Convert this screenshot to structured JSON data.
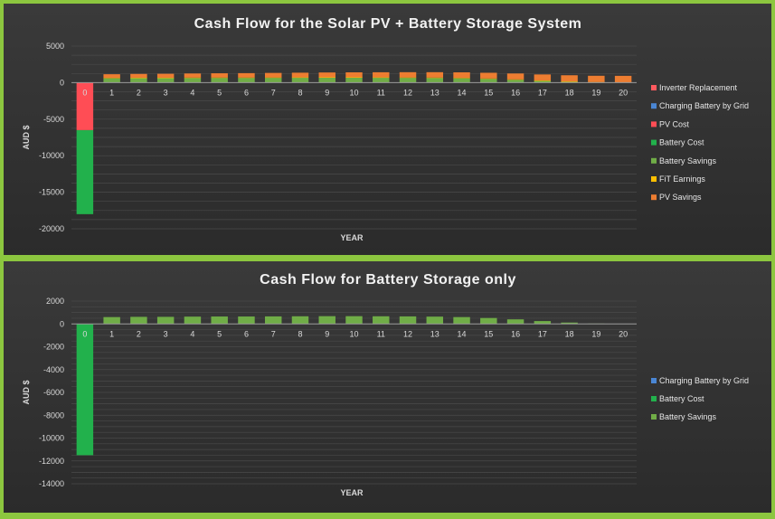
{
  "colors": {
    "inverter_replacement": "#ff5a5f",
    "charging_battery_by_grid": "#4a86d4",
    "pv_cost": "#ff4d55",
    "battery_cost": "#22b14c",
    "battery_savings": "#70ad47",
    "fit_earnings": "#ffc000",
    "pv_savings": "#ed7d31"
  },
  "chart_data": [
    {
      "type": "bar",
      "stacked": true,
      "title": "Cash Flow for the Solar PV + Battery Storage System",
      "xlabel": "YEAR",
      "ylabel": "AUD $",
      "ylim": [
        -20000,
        5000
      ],
      "yticks": [
        5000,
        0,
        -5000,
        -10000,
        -15000,
        -20000
      ],
      "grid": true,
      "legend_position": "right",
      "categories": [
        "0",
        "1",
        "2",
        "3",
        "4",
        "5",
        "6",
        "7",
        "8",
        "9",
        "10",
        "11",
        "12",
        "13",
        "14",
        "15",
        "16",
        "17",
        "18",
        "19",
        "20"
      ],
      "series": [
        {
          "name": "Inverter Replacement",
          "color_key": "inverter_replacement",
          "values": [
            0,
            0,
            0,
            0,
            0,
            0,
            0,
            0,
            0,
            0,
            0,
            0,
            0,
            0,
            0,
            0,
            0,
            0,
            0,
            0,
            0
          ]
        },
        {
          "name": "Charging Battery by Grid",
          "color_key": "charging_battery_by_grid",
          "values": [
            0,
            0,
            0,
            0,
            0,
            0,
            0,
            0,
            0,
            0,
            0,
            0,
            0,
            0,
            0,
            0,
            0,
            0,
            0,
            0,
            0
          ]
        },
        {
          "name": "PV Cost",
          "color_key": "pv_cost",
          "values": [
            -6500,
            0,
            0,
            0,
            0,
            0,
            0,
            0,
            0,
            0,
            0,
            0,
            0,
            0,
            0,
            0,
            0,
            0,
            0,
            0,
            0
          ]
        },
        {
          "name": "Battery Cost",
          "color_key": "battery_cost",
          "values": [
            -11500,
            0,
            0,
            0,
            0,
            0,
            0,
            0,
            0,
            0,
            0,
            0,
            0,
            0,
            0,
            0,
            0,
            0,
            0,
            0,
            0
          ]
        },
        {
          "name": "Battery Savings",
          "color_key": "battery_savings",
          "values": [
            0,
            600,
            620,
            620,
            640,
            650,
            650,
            660,
            670,
            680,
            680,
            670,
            660,
            640,
            600,
            520,
            400,
            250,
            120,
            30,
            0
          ]
        },
        {
          "name": "FiT Earnings",
          "color_key": "fit_earnings",
          "values": [
            0,
            50,
            50,
            50,
            50,
            50,
            50,
            50,
            50,
            50,
            50,
            50,
            50,
            50,
            50,
            50,
            50,
            50,
            50,
            50,
            50
          ]
        },
        {
          "name": "PV Savings",
          "color_key": "pv_savings",
          "values": [
            0,
            500,
            520,
            540,
            560,
            580,
            600,
            620,
            640,
            660,
            680,
            700,
            720,
            740,
            760,
            780,
            800,
            820,
            840,
            860,
            880
          ]
        }
      ]
    },
    {
      "type": "bar",
      "stacked": true,
      "title": "Cash Flow for Battery Storage only",
      "xlabel": "YEAR",
      "ylabel": "AUD $",
      "ylim": [
        -14000,
        2000
      ],
      "yticks": [
        2000,
        0,
        -2000,
        -4000,
        -6000,
        -8000,
        -10000,
        -12000,
        -14000
      ],
      "grid": true,
      "legend_position": "right",
      "categories": [
        "0",
        "1",
        "2",
        "3",
        "4",
        "5",
        "6",
        "7",
        "8",
        "9",
        "10",
        "11",
        "12",
        "13",
        "14",
        "15",
        "16",
        "17",
        "18",
        "19",
        "20"
      ],
      "series": [
        {
          "name": "Charging Battery by Grid",
          "color_key": "charging_battery_by_grid",
          "values": [
            0,
            0,
            0,
            0,
            0,
            0,
            0,
            0,
            0,
            0,
            0,
            0,
            0,
            0,
            0,
            0,
            0,
            0,
            0,
            0,
            0
          ]
        },
        {
          "name": "Battery Cost",
          "color_key": "battery_cost",
          "values": [
            -11500,
            0,
            0,
            0,
            0,
            0,
            0,
            0,
            0,
            0,
            0,
            0,
            0,
            0,
            0,
            0,
            0,
            0,
            0,
            0,
            0
          ]
        },
        {
          "name": "Battery Savings",
          "color_key": "battery_savings",
          "values": [
            0,
            600,
            620,
            620,
            640,
            650,
            650,
            660,
            670,
            680,
            680,
            670,
            660,
            640,
            600,
            520,
            400,
            250,
            120,
            30,
            0
          ]
        }
      ]
    }
  ]
}
